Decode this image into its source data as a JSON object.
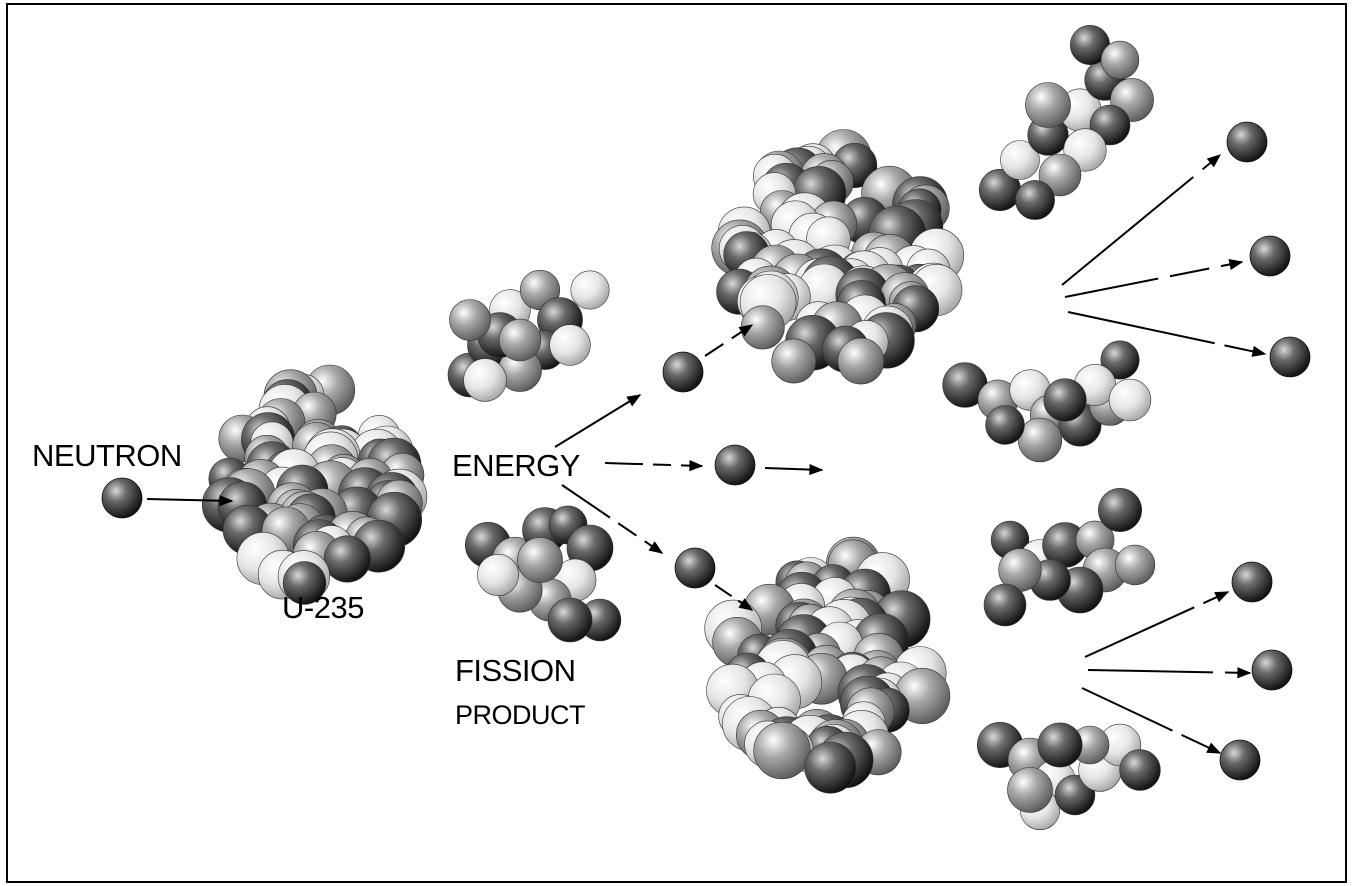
{
  "labels": {
    "neutron": "NEUTRON",
    "u235": "U-235",
    "energy": "ENERGY",
    "fission_line1": "FISSION",
    "fission_line2": "PRODUCT"
  },
  "colors": {
    "frame": "#000000",
    "ink": "#000000",
    "background": "#ffffff"
  }
}
